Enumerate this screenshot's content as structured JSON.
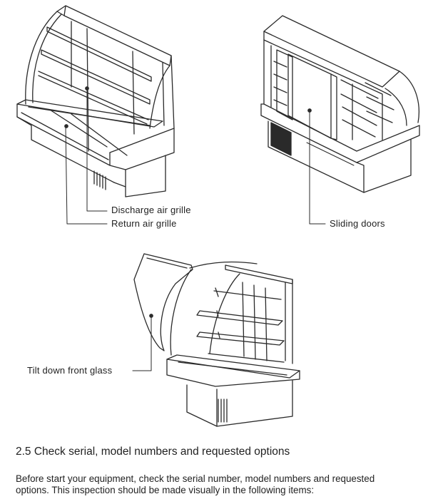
{
  "figure": {
    "labels": {
      "discharge_air_grille": "Discharge air grille",
      "return_air_grille": "Return air grille",
      "sliding_doors": "Sliding doors",
      "tilt_down_front_glass": "Tilt down front glass"
    }
  },
  "section": {
    "heading": "2.5 Check serial, model numbers and requested options",
    "paragraph_lines": [
      "Before start your equipment, check the serial number, model numbers and requested",
      "options. This inspection should be made visually in the following items:"
    ]
  }
}
